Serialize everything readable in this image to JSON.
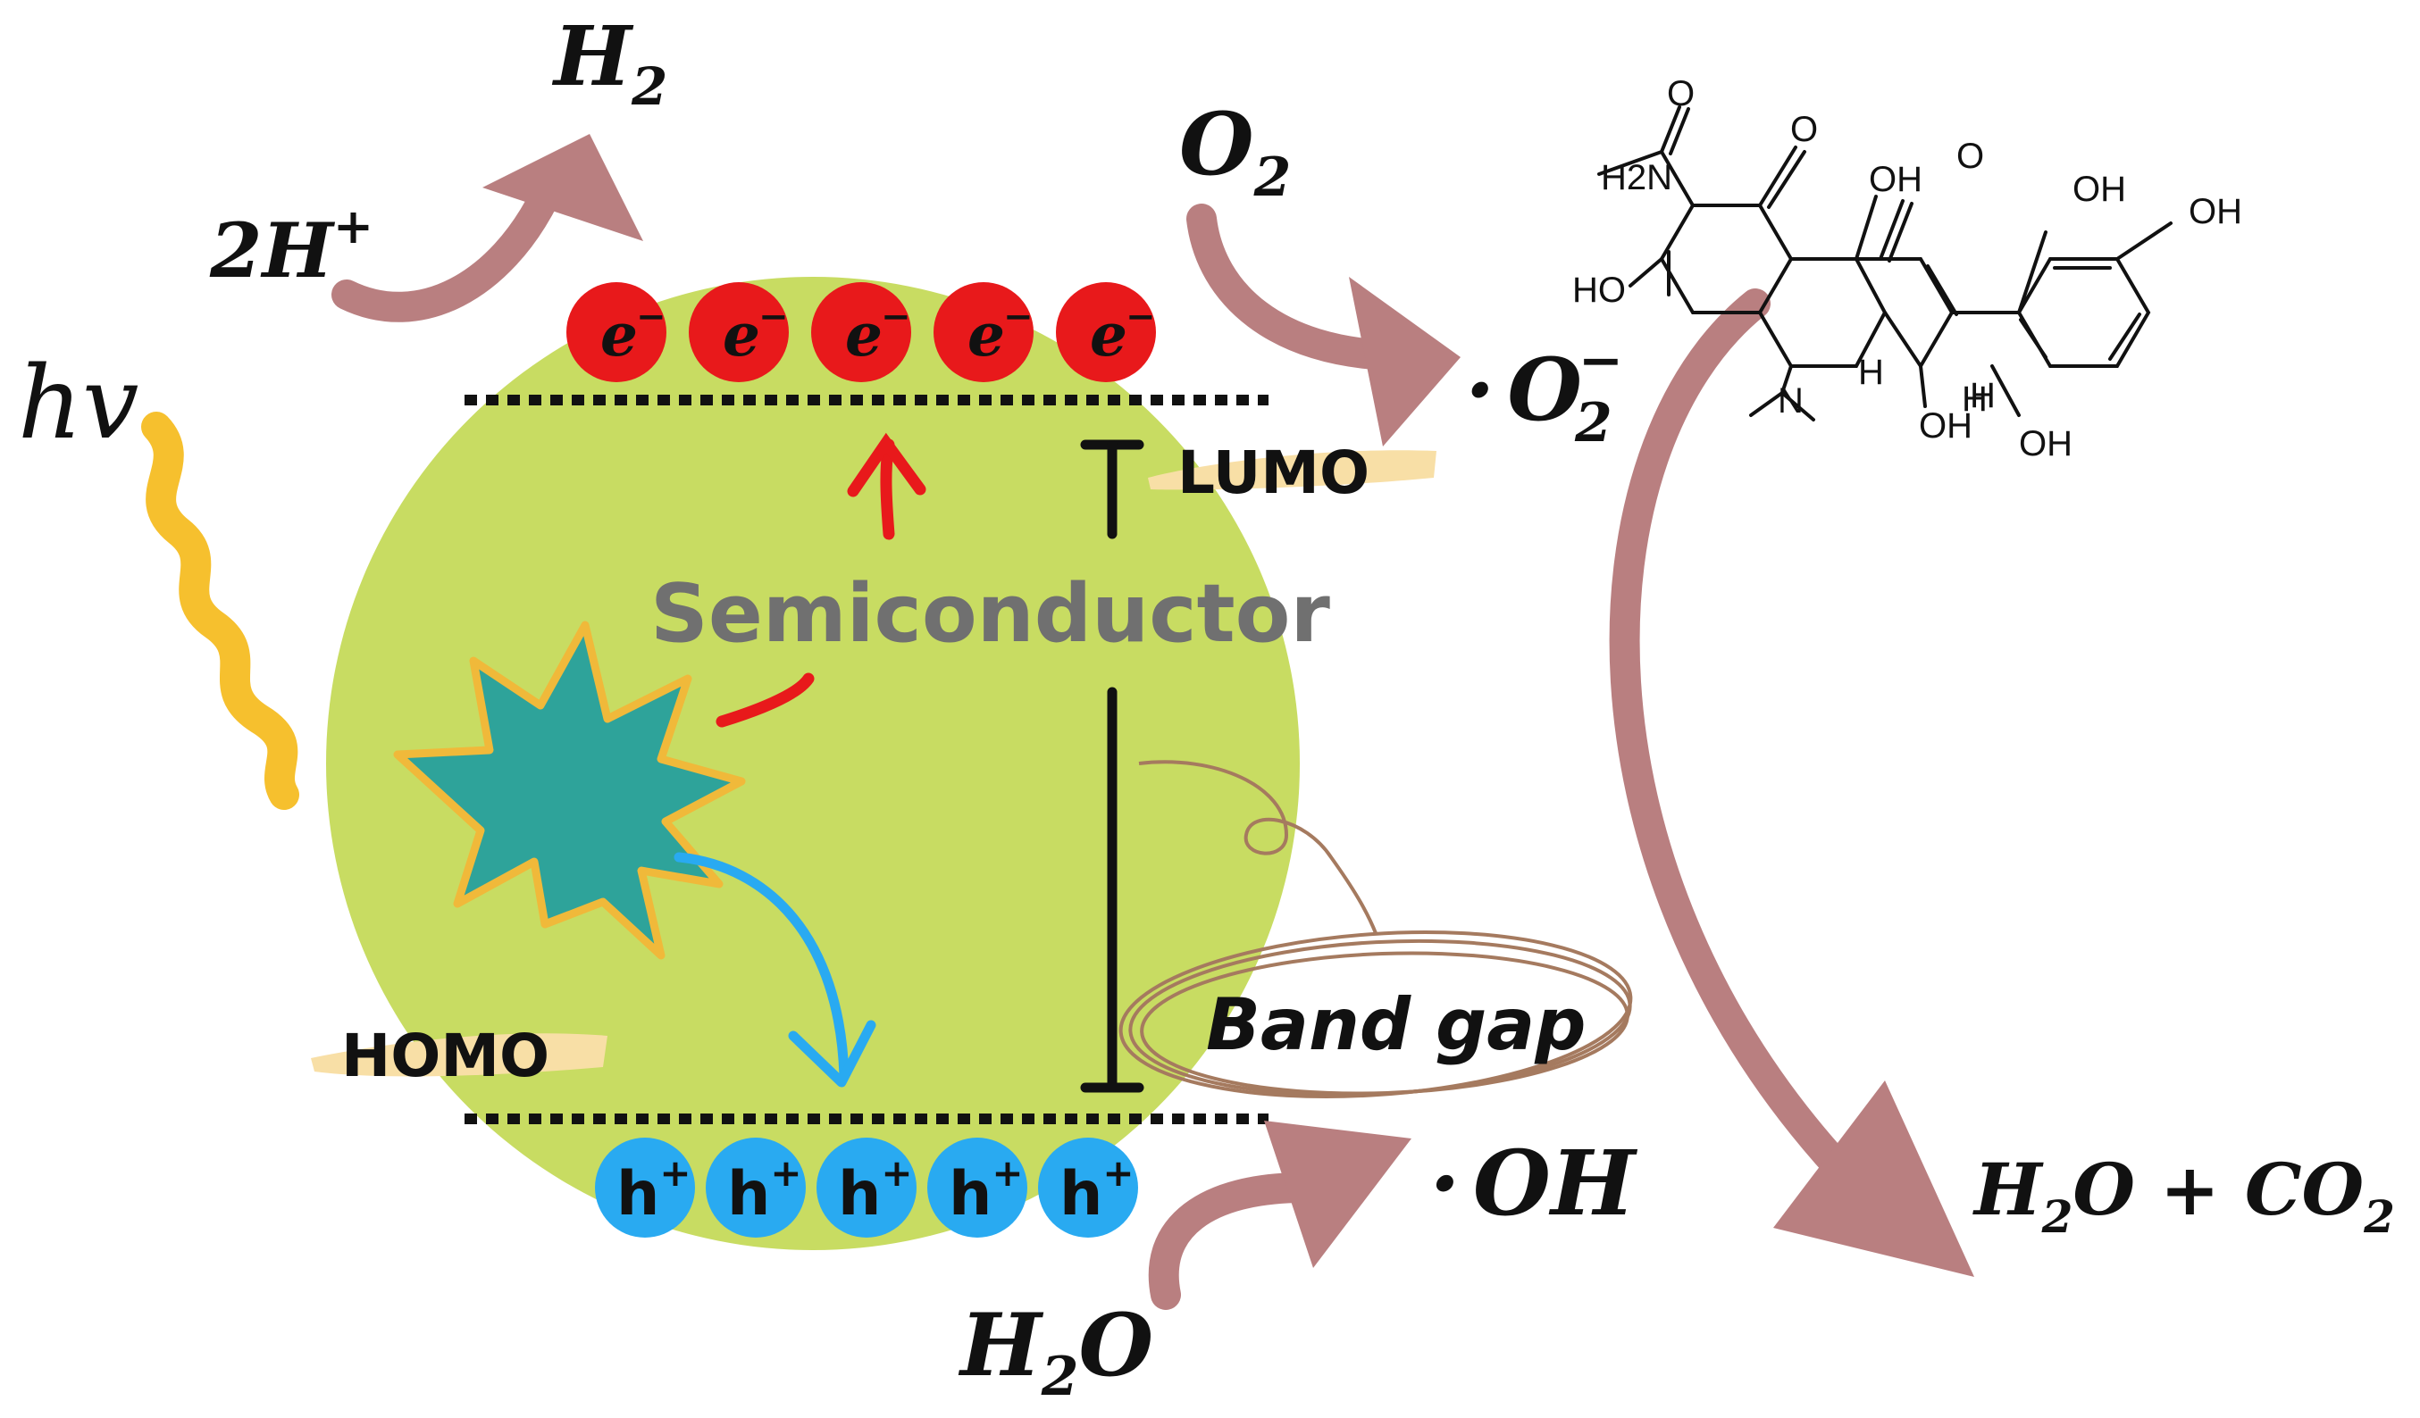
{
  "labels": {
    "hv": "hv",
    "two_h_plus": "2H",
    "two_h_plus_sup": "+",
    "h2": "H",
    "h2_sub": "2",
    "o2": "O",
    "o2_sub": "2",
    "superoxide_dot": "·",
    "superoxide": "O",
    "superoxide_sub": "2",
    "superoxide_sup": "−",
    "hydroxyl_dot": "·",
    "hydroxyl": "OH",
    "water": "H",
    "water_sub": "2",
    "water_tail": "O",
    "products": "H",
    "products_sub1": "2",
    "products_mid": "O +  CO",
    "products_sub2": "2",
    "lumo": "LUMO",
    "homo": "HOMO",
    "semiconductor": "Semiconductor",
    "band_gap": "Band gap"
  },
  "electrons": {
    "symbol": "e",
    "charge": "−",
    "count": 5,
    "color": "#e8191b"
  },
  "holes": {
    "symbol": "h",
    "charge": "+",
    "count": 5,
    "color": "#29aaf1"
  },
  "molecule": {
    "labels": [
      "H2N",
      "O",
      "O",
      "OH",
      "O",
      "OH",
      "OH",
      "HO",
      "H",
      "N",
      "H",
      "OH",
      "H",
      "OH"
    ]
  },
  "colors": {
    "semiconductor_body": "#c8dc62",
    "reaction_arrow": "#b97f80",
    "light_wave": "#f6c02e",
    "excitation_star": "#2ea39a",
    "star_outline": "#f0b93a",
    "semiconductor_text": "#707070",
    "electron_arrow": "#e8191b",
    "hole_arrow": "#29aaf1",
    "band_gap_scribble": "#a57a5f",
    "highlight": "#f8dfa6"
  }
}
